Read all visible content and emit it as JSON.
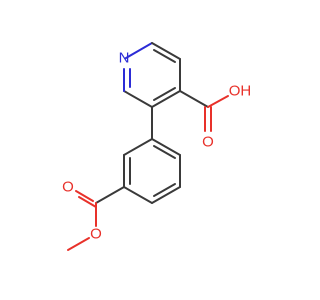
{
  "colors": {
    "bond": "#3a3a3a",
    "oxygen": "#e8312a",
    "nitrogen": "#2c2cd6",
    "background": "#ffffff"
  },
  "atoms": {
    "pyridine_n": "N",
    "acid_carbonyl_o": "O",
    "acid_hydroxyl": "OH",
    "ester_carbonyl_o": "O",
    "ester_ether_o": "O"
  }
}
